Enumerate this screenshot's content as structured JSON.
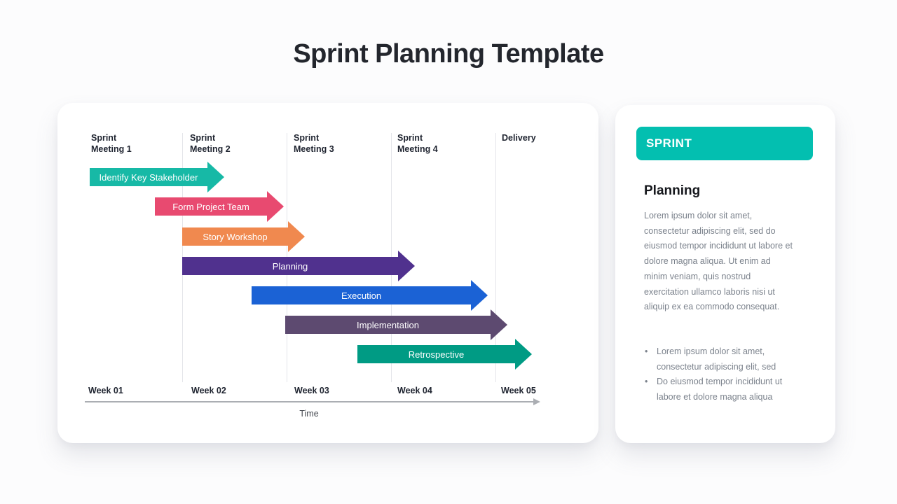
{
  "page": {
    "title": "Sprint Planning Template"
  },
  "chart": {
    "type": "gantt-timeline",
    "axis_title": "Time",
    "milestones": [
      {
        "label": "Sprint\nMeeting 1"
      },
      {
        "label": "Sprint\nMeeting 2"
      },
      {
        "label": "Sprint\nMeeting 3"
      },
      {
        "label": "Sprint\nMeeting 4"
      },
      {
        "label": "Delivery"
      }
    ],
    "weeks": [
      "Week 01",
      "Week 02",
      "Week 03",
      "Week 04",
      "Week 05"
    ],
    "tasks": [
      {
        "label": "Identify Key Stakeholder",
        "color": "#17b9a6",
        "week_start": 1.0,
        "week_end": 2.4
      },
      {
        "label": "Form Project Team",
        "color": "#e84a70",
        "week_start": 1.7,
        "week_end": 3.0
      },
      {
        "label": "Story Workshop",
        "color": "#f0894f",
        "week_start": 2.0,
        "week_end": 3.2
      },
      {
        "label": "Planning",
        "color": "#50318e",
        "week_start": 2.0,
        "week_end": 4.2
      },
      {
        "label": "Execution",
        "color": "#1b62d5",
        "week_start": 2.7,
        "week_end": 4.9
      },
      {
        "label": "Implementation",
        "color": "#5d4a70",
        "week_start": 3.0,
        "week_end": 5.1
      },
      {
        "label": "Retrospective",
        "color": "#009b84",
        "week_start": 3.7,
        "week_end": 5.4
      }
    ]
  },
  "side_panel": {
    "tag": "SPRINT",
    "tag_color": "#03bfb0",
    "heading": "Planning",
    "paragraph": "Lorem ipsum dolor sit amet, consectetur adipiscing elit, sed do eiusmod tempor incididunt ut labore et dolore magna aliqua. Ut enim ad minim veniam, quis nostrud exercitation ullamco laboris nisi ut aliquip ex ea commodo consequat.",
    "bullets": [
      "Lorem ipsum dolor sit amet, consectetur adipiscing elit, sed",
      "Do eiusmod tempor incididunt ut labore et dolore magna aliqua"
    ]
  }
}
